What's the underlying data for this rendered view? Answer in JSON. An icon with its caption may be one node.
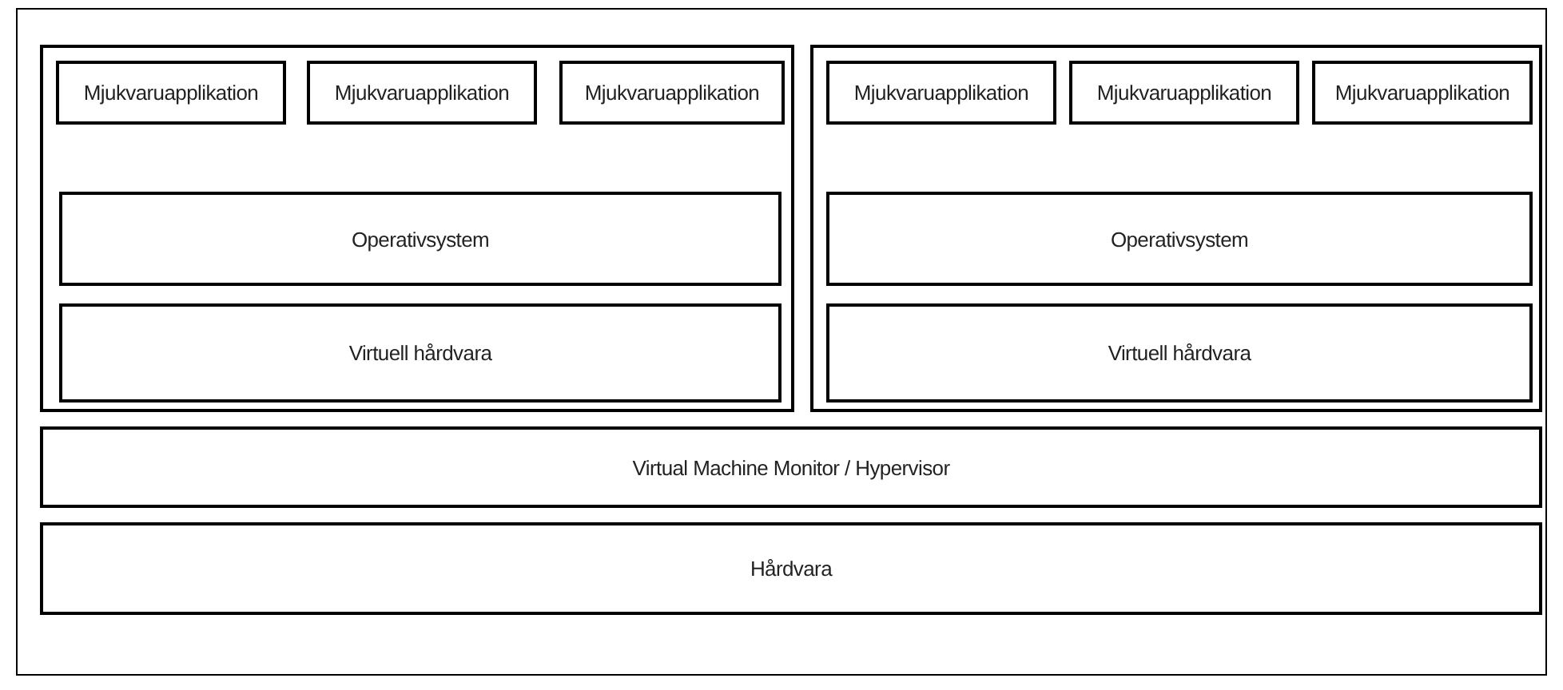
{
  "diagram": {
    "nodes": [
      {
        "text": [],
        "shape": "box"
      },
      {
        "text": [
          "Mjukvaruapplikation"
        ],
        "in": 0
      },
      {
        "text": [
          "Mjukvaruapplikation"
        ],
        "in": 0
      },
      {
        "text": [
          "Mjukvaruapplikation"
        ],
        "in": 0
      },
      {
        "text": [
          "Operativsystem"
        ],
        "in": 0
      },
      {
        "text": [
          "Virtuell hårdvara"
        ],
        "in": 0
      },
      {
        "text": [],
        "shape": "box"
      },
      {
        "text": [
          "Mjukvaruapplikation"
        ],
        "in": 6
      },
      {
        "text": [
          "Mjukvaruapplikation"
        ],
        "in": 6
      },
      {
        "text": [
          "Mjukvaruapplikation"
        ],
        "in": 6
      },
      {
        "text": [
          "Operativsystem"
        ],
        "in": 6
      },
      {
        "text": [
          "Virtuell hårdvara"
        ],
        "in": 6
      },
      {
        "text": [
          "Virtual Machine Monitor / Hypervisor"
        ]
      },
      {
        "text": [
          "Hårdvara"
        ]
      }
    ]
  }
}
